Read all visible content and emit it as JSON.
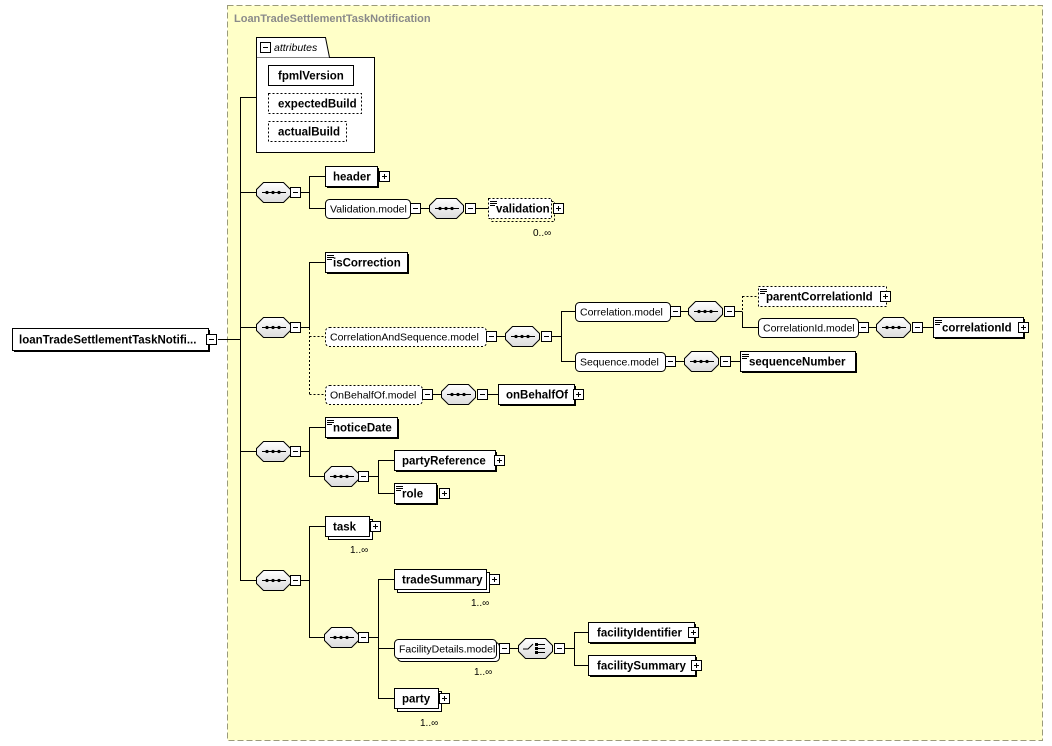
{
  "root": {
    "label": "loanTradeSettlementTaskNotifi..."
  },
  "type_box": {
    "title": "LoanTradeSettlementTaskNotification"
  },
  "attributes": {
    "header": "attributes",
    "items": [
      "fpmlVersion",
      "expectedBuild",
      "actualBuild"
    ]
  },
  "elements": {
    "header": "header",
    "validation_model": "Validation.model",
    "validation": "validation",
    "validation_occ": "0..∞",
    "isCorrection": "isCorrection",
    "correlation_and_sequence_model": "CorrelationAndSequence.model",
    "correlation_model": "Correlation.model",
    "parentCorrelationId": "parentCorrelationId",
    "correlationId_model": "CorrelationId.model",
    "correlationId": "correlationId",
    "sequence_model": "Sequence.model",
    "sequenceNumber": "sequenceNumber",
    "onBehalfOf_model": "OnBehalfOf.model",
    "onBehalfOf": "onBehalfOf",
    "noticeDate": "noticeDate",
    "partyReference": "partyReference",
    "role": "role",
    "task": "task",
    "task_occ": "1..∞",
    "tradeSummary": "tradeSummary",
    "tradeSummary_occ": "1..∞",
    "facilityDetails_model": "FacilityDetails.model",
    "facilityDetails_occ": "1..∞",
    "facilityIdentifier": "facilityIdentifier",
    "facilitySummary": "facilitySummary",
    "party": "party",
    "party_occ": "1..∞"
  },
  "icons": {
    "sequence": "sequence-compositor-icon",
    "choice": "choice-compositor-icon",
    "expand": "plus-expand-icon",
    "collapse": "minus-collapse-icon",
    "documentation": "documentation-icon"
  },
  "colors": {
    "type_box_fill": "#ffffc8",
    "type_box_border": "#9a9a7a",
    "title_text": "#8a8a8a"
  }
}
